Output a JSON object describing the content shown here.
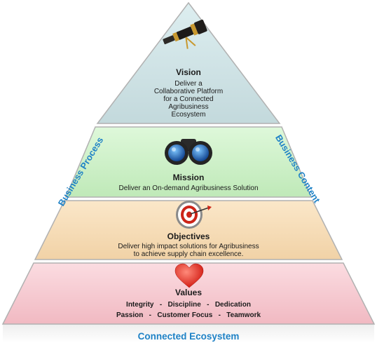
{
  "pyramid": {
    "vision": {
      "title": "Vision",
      "lines": [
        "Deliver a",
        "Collaborative Platform",
        "for a Connected",
        "Agribusiness",
        "Ecosystem"
      ],
      "icon": "telescope-icon",
      "color": "#cfe3e6"
    },
    "mission": {
      "title": "Mission",
      "text": "Deliver an On-demand Agribusiness Solution",
      "icon": "binoculars-icon",
      "color": "#c9efc4"
    },
    "objectives": {
      "title": "Objectives",
      "lines": [
        "Deliver  high impact solutions for Agribusiness",
        "to achieve supply chain excellence."
      ],
      "icon": "target-icon",
      "color": "#f6dcb8"
    },
    "values": {
      "title": "Values",
      "row1": [
        "Integrity",
        "Discipline",
        "Dedication"
      ],
      "row2": [
        "Passion",
        "Customer Focus",
        "Teamwork"
      ],
      "separator": "-",
      "icon": "heart-icon",
      "color": "#f6c8cf"
    }
  },
  "labels": {
    "left": "Business Process",
    "right": "Business Content",
    "bottom": "Connected Ecosystem"
  },
  "colors": {
    "label_blue": "#1f82c6"
  }
}
